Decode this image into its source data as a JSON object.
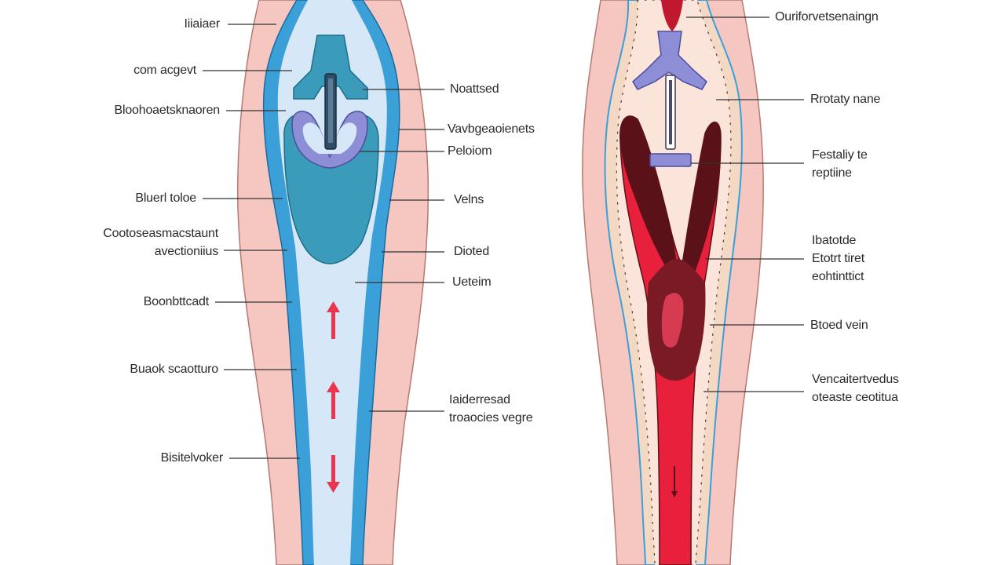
{
  "colors": {
    "skin": "#f5c7c0",
    "skin_outline": "#b57a72",
    "vein_blue": "#3b9fd8",
    "vein_inner": "#d6e8f7",
    "valve_teal": "#3a9cba",
    "valve_purple": "#8d8ed6",
    "arrow_red": "#e83550",
    "blood_red": "#e8203c",
    "blood_dark": "#5a1218",
    "wall_tan": "#f3d8c4"
  },
  "left_labels": [
    {
      "lines": [
        "Iiiaiaer"
      ]
    },
    {
      "lines": [
        "com acgevt"
      ]
    },
    {
      "lines": [
        "Bloohoaetsknaoren"
      ]
    },
    {
      "lines": [
        "Bluerl toloe"
      ]
    },
    {
      "lines": [
        "Cootoseasmacstaunt",
        "avectioniius"
      ]
    },
    {
      "lines": [
        "Boonbttcadt"
      ]
    },
    {
      "lines": [
        "Buaok scaotturo"
      ]
    },
    {
      "lines": [
        "Bisitelvoker"
      ]
    }
  ],
  "middle_labels": [
    {
      "lines": [
        "Noattsed"
      ]
    },
    {
      "lines": [
        "Vavbgeaoienets"
      ]
    },
    {
      "lines": [
        "Peloiom"
      ]
    },
    {
      "lines": [
        "Velns"
      ]
    },
    {
      "lines": [
        "Dioted"
      ]
    },
    {
      "lines": [
        "Ueteim"
      ]
    },
    {
      "lines": [
        "Iaiderresad",
        "troaocies vegre"
      ]
    }
  ],
  "right_labels": [
    {
      "lines": [
        "Ouriforvetsenaingn"
      ]
    },
    {
      "lines": [
        "Rrotaty nane"
      ]
    },
    {
      "lines": [
        "Festaliy te",
        "reptiine"
      ]
    },
    {
      "lines": [
        "Ibatotde",
        "Etotrt tiret",
        "eohtinttict"
      ]
    },
    {
      "lines": [
        "Btoed vein"
      ]
    },
    {
      "lines": [
        "Vencaitertvedus",
        "oteaste ceotitua"
      ]
    }
  ],
  "flow_arrows": [
    "up",
    "up",
    "down"
  ]
}
